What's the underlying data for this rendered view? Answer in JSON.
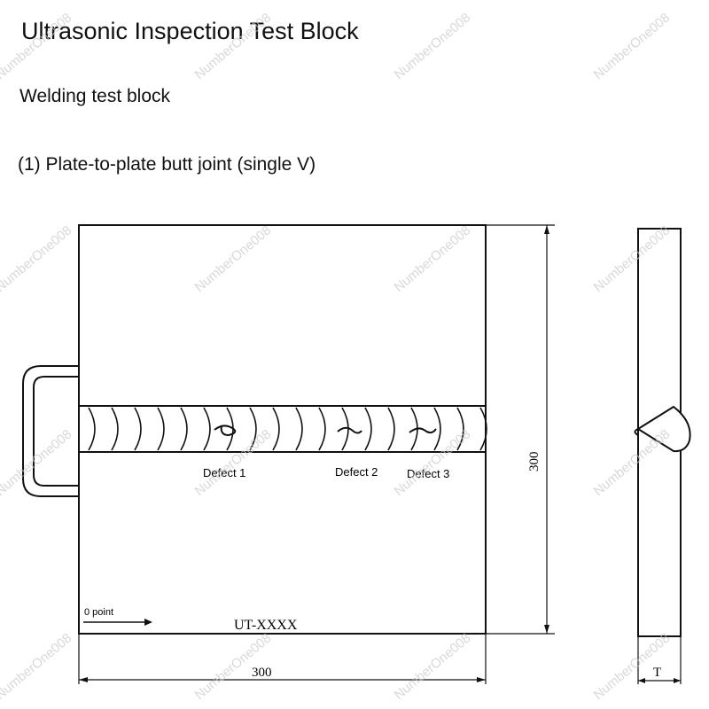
{
  "header": {
    "title": "Ultrasonic Inspection Test Block",
    "subtitle": "Welding test block",
    "caption": "(1) Plate-to-plate butt joint (single V)"
  },
  "drawing": {
    "defects": [
      {
        "label": "Defect 1"
      },
      {
        "label": "Defect 2"
      },
      {
        "label": "Defect 3"
      }
    ],
    "zero_point_label": "0 point",
    "plate_marking": "UT-XXXX",
    "width_dimension": "300",
    "height_dimension": "300",
    "thickness_dimension": "T"
  },
  "watermark": "NumberOne008",
  "colors": {
    "line": "#111111",
    "watermark": "#c8c8c8",
    "background": "#ffffff"
  }
}
